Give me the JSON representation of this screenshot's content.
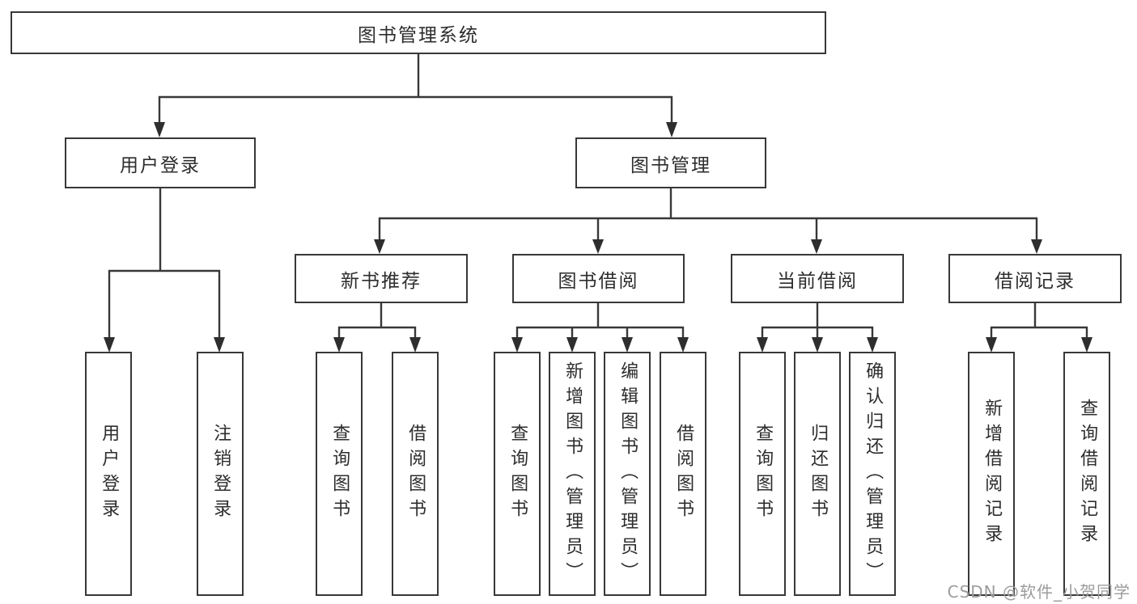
{
  "tree": {
    "label": "图书管理系统",
    "children": [
      {
        "label": "用户登录",
        "children": [
          {
            "label": "用户登录"
          },
          {
            "label": "注销登录"
          }
        ]
      },
      {
        "label": "图书管理",
        "children": [
          {
            "label": "新书推荐",
            "children": [
              {
                "label": "查询图书"
              },
              {
                "label": "借阅图书"
              }
            ]
          },
          {
            "label": "图书借阅",
            "children": [
              {
                "label": "查询图书"
              },
              {
                "label": "新增图书（管理员）"
              },
              {
                "label": "编辑图书（管理员）"
              },
              {
                "label": "借阅图书"
              }
            ]
          },
          {
            "label": "当前借阅",
            "children": [
              {
                "label": "查询图书"
              },
              {
                "label": "归还图书"
              },
              {
                "label": "确认归还（管理员）"
              }
            ]
          },
          {
            "label": "借阅记录",
            "children": [
              {
                "label": "新增借阅记录"
              },
              {
                "label": "查询借阅记录"
              }
            ]
          }
        ]
      }
    ]
  },
  "watermark": "CSDN @软件_小贺同学",
  "colors": {
    "line": "#383838",
    "border": "#383838",
    "text": "#2d2d2d",
    "background": "#ffffff",
    "watermark": "#9c9c9c"
  }
}
